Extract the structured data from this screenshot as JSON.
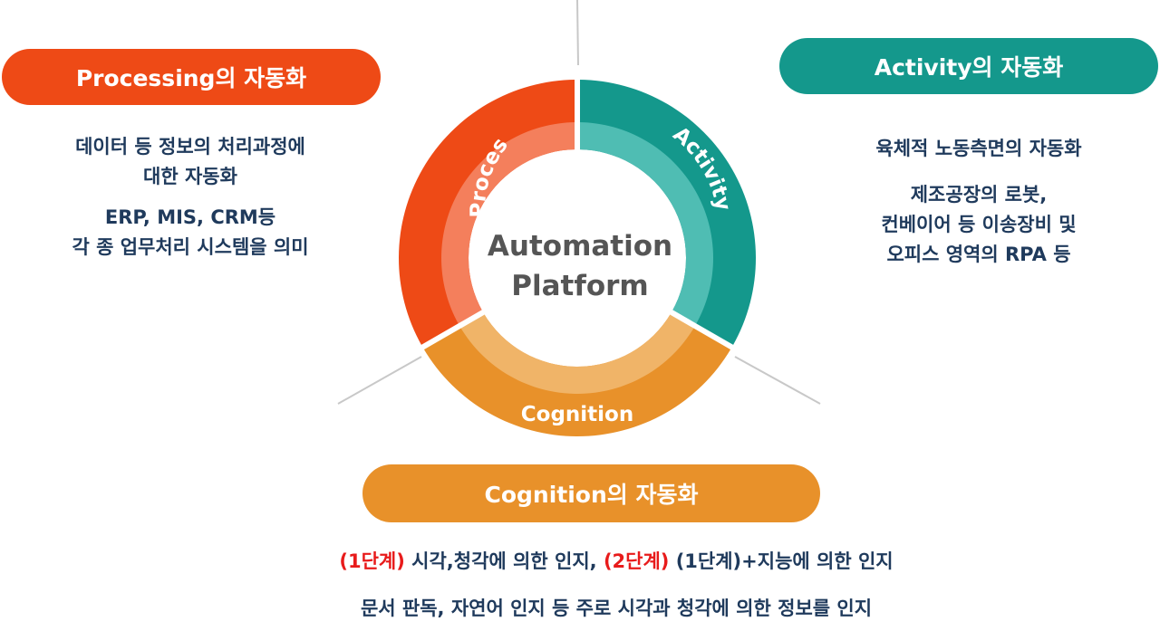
{
  "processing": {
    "title": "Processing의 자동화",
    "lines": [
      "데이터 등 정보의 처리과정에",
      "대한 자동화",
      "ERP, MIS, CRM등",
      "각 종 업무처리 시스템을 의미"
    ]
  },
  "activity": {
    "title": "Activity의 자동화",
    "lines": [
      "육체적 노동측면의 자동화",
      "제조공장의 로봇,",
      "컨베이어 등 이송장비 및",
      "오피스 영역의 RPA 등"
    ]
  },
  "cognition": {
    "title": "Cognition의 자동화",
    "line1": {
      "stage1": "(1단계)",
      "text1": " 시각,청각에 의한 인지, ",
      "stage2": "(2단계)",
      "text2": " (1단계)+지능에 의한 인지"
    },
    "line2": "문서 판독, 자연어 인지 등 주로 시각과 청각에 의한 정보를 인지"
  },
  "ring": {
    "center_line1": "Automation",
    "center_line2": "Platform",
    "segments": [
      {
        "label": "Processing",
        "color": "#ee4a16",
        "inner": "#f47f5c"
      },
      {
        "label": "Activity",
        "color": "#14988c",
        "inner": "#4fbdb3"
      },
      {
        "label": "Cognition",
        "color": "#e8912a",
        "inner": "#f0b468"
      }
    ]
  }
}
